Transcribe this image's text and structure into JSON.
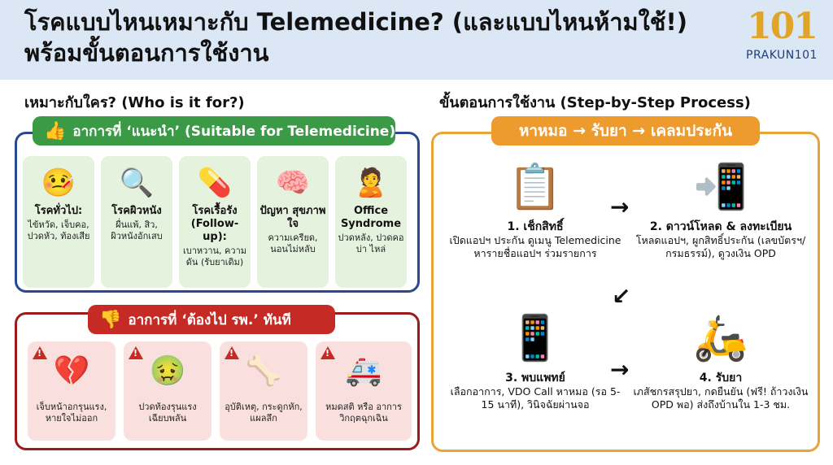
{
  "header": {
    "title_line1": "โรคแบบไหนเหมาะกับ Telemedicine? (และแบบไหนห้ามใช้!)",
    "title_line2": "พร้อมขั้นตอนการใช้งาน",
    "logo_number": "101",
    "logo_text": "PRAKUN101"
  },
  "left": {
    "heading": "เหมาะกับใคร? (Who is it for?)",
    "suitable": {
      "label": "อาการที่ ‘แนะนำ’ (Suitable for Telemedicine)",
      "cards": [
        {
          "title": "โรคทั่วไป:",
          "desc": "ไข้หวัด, เจ็บคอ, ปวดหัว, ท้องเสีย",
          "icon": "sick-person-thermometer-icon"
        },
        {
          "title": "โรคผิวหนัง",
          "desc": "ผื่นแพ้, สิว, ผิวหนังอักเสบ",
          "icon": "skin-magnifier-icon"
        },
        {
          "title": "โรคเรื้อรัง (Follow-up):",
          "desc": "เบาหวาน, ความดัน (รับยาเดิม)",
          "icon": "medicine-bp-monitor-icon"
        },
        {
          "title": "ปัญหา สุขภาพใจ",
          "desc": "ความเครียด, นอนไม่หลับ",
          "icon": "brain-question-icon"
        },
        {
          "title": "Office Syndrome",
          "desc": "ปวดหลัง, ปวดคอ บ่า ไหล่",
          "icon": "neck-pain-icon"
        }
      ]
    },
    "emergency": {
      "label": "อาการที่ ‘ต้องไป รพ.’ ทันที",
      "cards": [
        {
          "desc": "เจ็บหน้าอกรุนแรง, หายใจไม่ออก",
          "icon": "chest-pain-icon"
        },
        {
          "desc": "ปวดท้องรุนแรง เฉียบพลัน",
          "icon": "stomach-pain-icon"
        },
        {
          "desc": "อุบัติเหตุ, กระดูกหัก, แผลลึก",
          "icon": "broken-bone-car-icon"
        },
        {
          "desc": "หมดสติ หรือ อาการวิกฤตฉุกเฉิน",
          "icon": "ambulance-unconscious-icon"
        }
      ]
    }
  },
  "right": {
    "heading": "ขั้นตอนการใช้งาน (Step-by-Step Process)",
    "flow_label": "หาหมอ → รับยา → เคลมประกัน",
    "steps": [
      {
        "title": "1. เช็กสิทธิ์",
        "desc": "เปิดแอปฯ ประกัน ดูเมนู Telemedicine หารายชื่อแอปฯ ร่วมรายการ",
        "icon": "insurance-document-search-icon"
      },
      {
        "title": "2. ดาวน์โหลด & ลงทะเบียน",
        "desc": "โหลดแอปฯ, ผูกสิทธิ์ประกัน (เลขบัตรฯ/กรมธรรม์), ดูวงเงิน OPD",
        "icon": "phone-download-policy-icon"
      },
      {
        "title": "3. พบแพทย์",
        "desc": "เลือกอาการ, VDO Call หาหมอ (รอ 5-15 นาที), วินิจฉัยผ่านจอ",
        "icon": "video-call-doctor-icon"
      },
      {
        "title": "4. รับยา",
        "desc": "เภสัชกรสรุปยา, กดยืนยัน (ฟรี! ถ้าวงเงิน OPD พอ) ส่งถึงบ้านใน 1-3 ชม.",
        "icon": "delivery-scooter-icon"
      }
    ]
  }
}
